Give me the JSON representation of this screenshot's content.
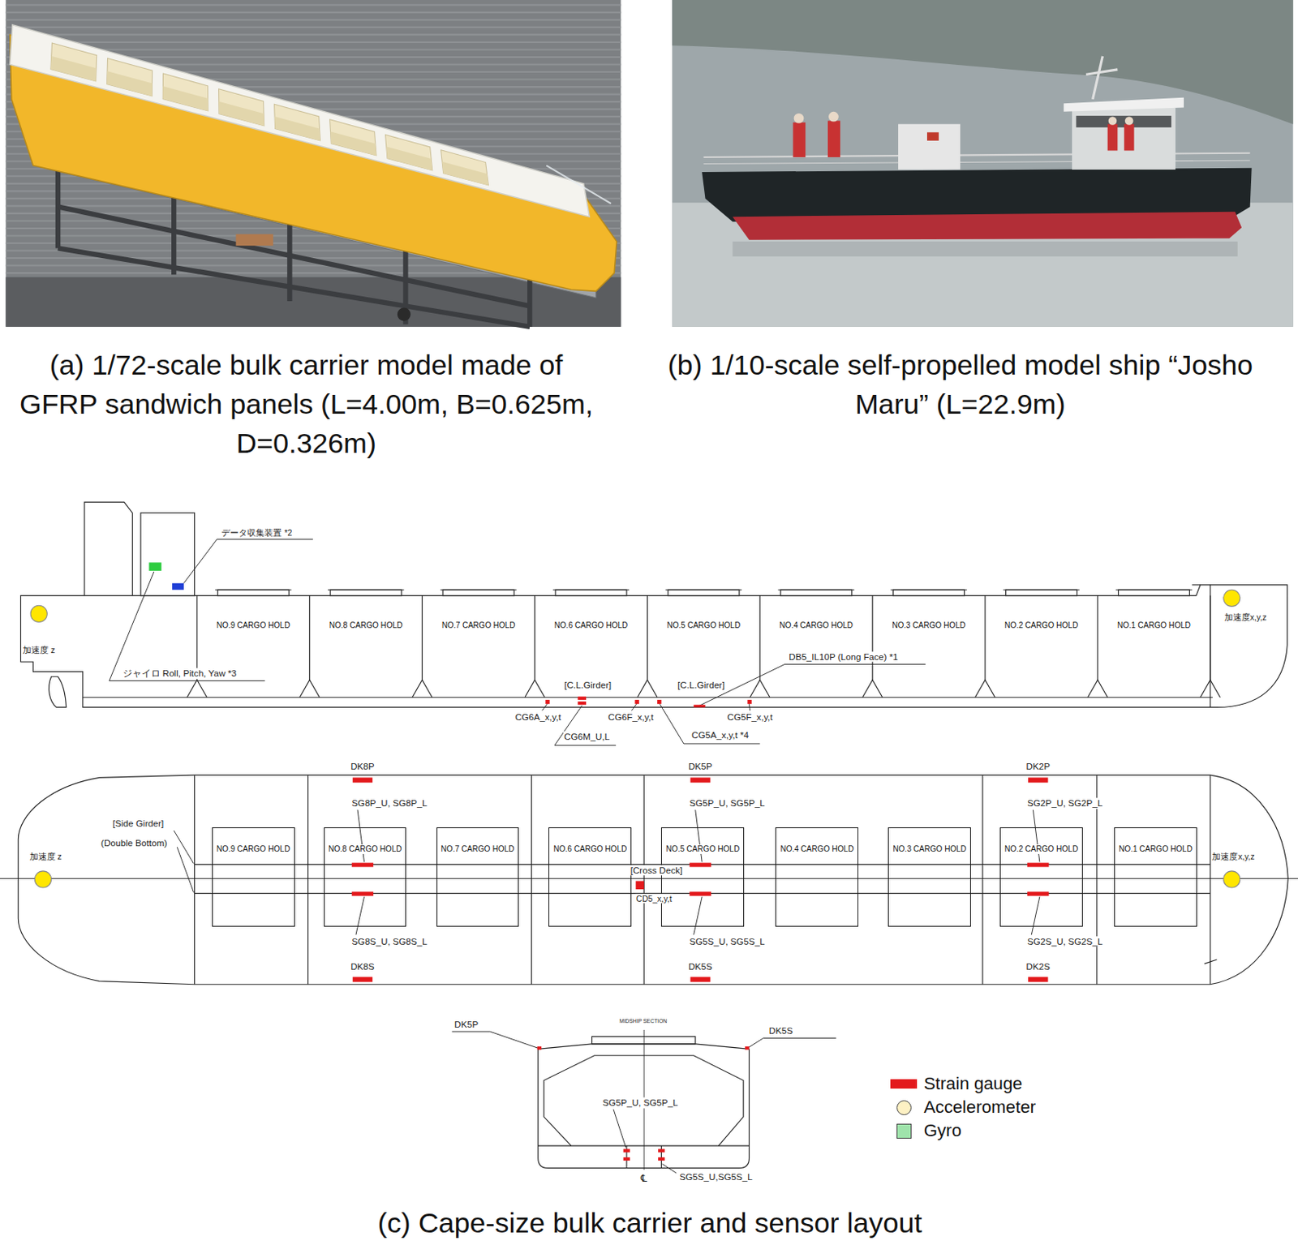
{
  "diagram": {
    "caption": "(c) Cape-size bulk carrier and sensor layout",
    "nodes": [
      {
        "text": [
          "NO.9 CARGO HOLD"
        ]
      },
      {
        "text": [
          "NO.8 CARGO HOLD"
        ]
      },
      {
        "text": [
          "NO.7 CARGO HOLD"
        ]
      },
      {
        "text": [
          "NO.6 CARGO HOLD"
        ]
      },
      {
        "text": [
          "NO.5 CARGO HOLD"
        ]
      },
      {
        "text": [
          "NO.4 CARGO HOLD"
        ]
      },
      {
        "text": [
          "NO.3 CARGO HOLD"
        ]
      },
      {
        "text": [
          "NO.2 CARGO HOLD"
        ]
      },
      {
        "text": [
          "NO.1 CARGO HOLD"
        ]
      },
      {
        "text": [
          "NO.9 CARGO HOLD"
        ]
      },
      {
        "text": [
          "NO.8 CARGO HOLD"
        ]
      },
      {
        "text": [
          "NO.7 CARGO HOLD"
        ]
      },
      {
        "text": [
          "NO.6 CARGO HOLD"
        ]
      },
      {
        "text": [
          "NO.5 CARGO HOLD"
        ]
      },
      {
        "text": [
          "NO.4 CARGO HOLD"
        ]
      },
      {
        "text": [
          "NO.3 CARGO HOLD"
        ]
      },
      {
        "text": [
          "NO.2 CARGO HOLD"
        ]
      },
      {
        "text": [
          "NO.1 CARGO HOLD"
        ]
      }
    ],
    "labels": [
      "(a) 1/72-scale bulk carrier model made of GFRP sandwich panels (L=4.00m, B=0.625m, D=0.326m)",
      "(b) 1/10-scale self-propelled model ship “Josho Maru” (L=22.9m)",
      "データ収集装置 *2",
      "加速度 z",
      "ジャイロ Roll, Pitch, Yaw *3",
      "[C.L.Girder]",
      "[C.L.Girder]",
      "DB5_IL10P (Long Face) *1",
      "加速度x,y,z",
      "CG6A_x,y,t",
      "CG6F_x,y,t",
      "CG5F_x,y,t",
      "CG6M_U,L",
      "CG5A_x,y,t *4",
      "DK8P",
      "DK5P",
      "DK2P",
      "SG8P_U, SG8P_L",
      "SG5P_U, SG5P_L",
      "SG2P_U, SG2P_L",
      "[Side Girder]",
      "(Double Bottom)",
      "加速度 z",
      "[Cross Deck]",
      "加速度x,y,z",
      "CD5_x,y,t",
      "SG8S_U, SG8S_L",
      "SG5S_U, SG5S_L",
      "SG2S_U, SG2S_L",
      "DK8S",
      "DK5S",
      "DK2S",
      "MIDSHIP SECTION",
      "DK5P",
      "DK5S",
      "SG5P_U, SG5P_L",
      "℄",
      "SG5S_U,SG5S_L"
    ],
    "legend": [
      {
        "text": "Strain gauge",
        "color": "#e3191c"
      },
      {
        "text": "Accelerometer",
        "color": "#fdf1c4"
      },
      {
        "text": "Gyro",
        "color": "#9fe3ab"
      }
    ]
  }
}
